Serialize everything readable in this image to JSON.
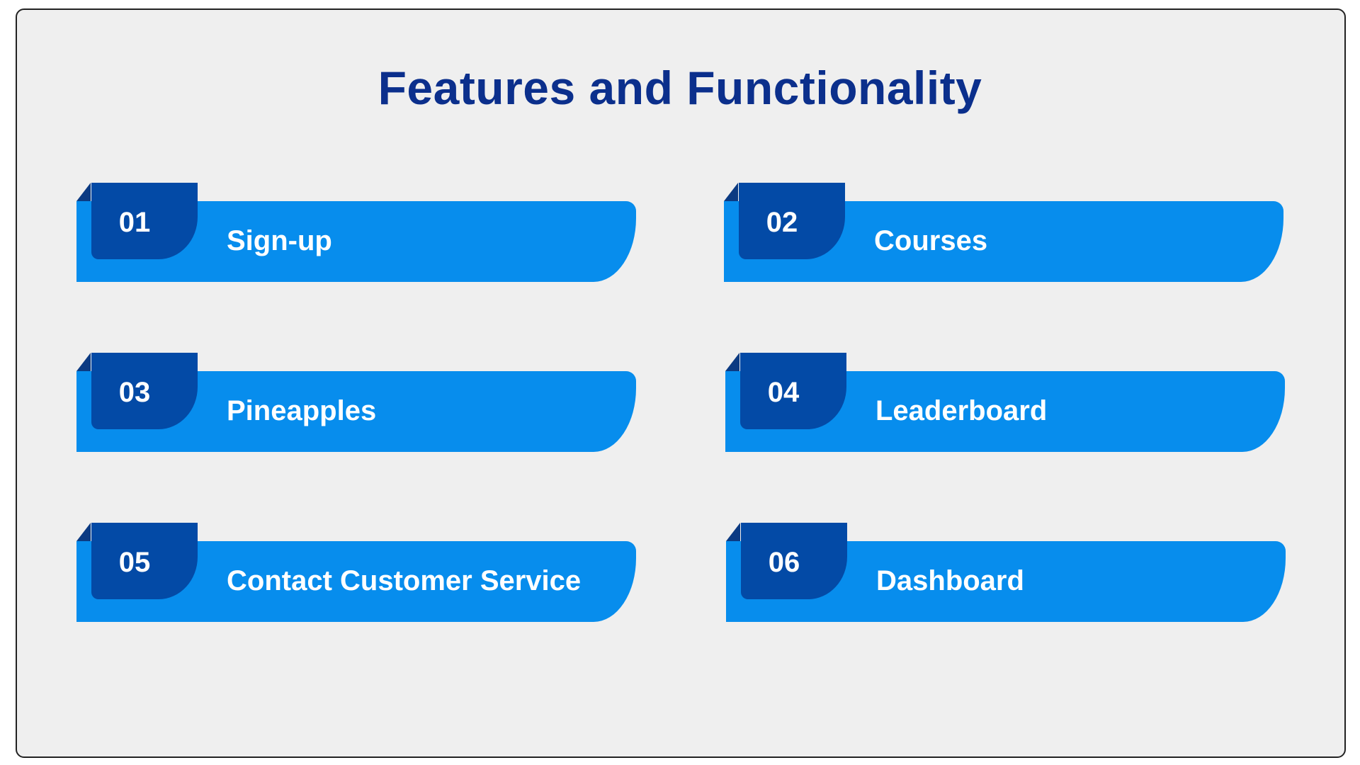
{
  "title": "Features and Functionality",
  "colors": {
    "title": "#0b2f8c",
    "bar": "#078ded",
    "tab": "#034aa6",
    "fold": "#0b3a82",
    "background": "#efefef"
  },
  "features": [
    {
      "number": "01",
      "label": "Sign-up"
    },
    {
      "number": "02",
      "label": "Courses"
    },
    {
      "number": "03",
      "label": "Pineapples"
    },
    {
      "number": "04",
      "label": "Leaderboard"
    },
    {
      "number": "05",
      "label": "Contact Customer Service"
    },
    {
      "number": "06",
      "label": "Dashboard"
    }
  ]
}
